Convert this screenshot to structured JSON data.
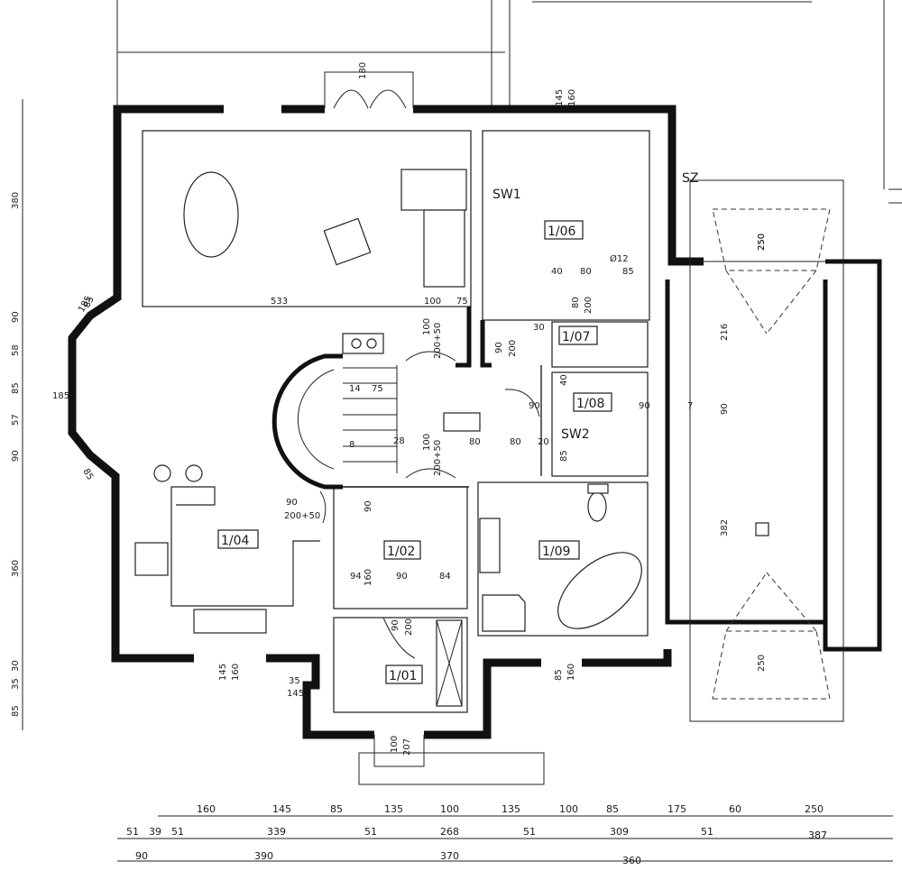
{
  "rooms": [
    {
      "id": "1/01"
    },
    {
      "id": "1/02"
    },
    {
      "id": "1/04"
    },
    {
      "id": "1/06"
    },
    {
      "id": "1/07"
    },
    {
      "id": "1/08"
    },
    {
      "id": "1/09"
    }
  ],
  "labels": {
    "sw1": "SW1",
    "sw2": "SW2",
    "sz": "SZ",
    "flue": "Ø12"
  },
  "dimensions": {
    "top": [
      "145",
      "160",
      "180",
      "250"
    ],
    "left": [
      "380",
      "90",
      "58",
      "85",
      "57",
      "90",
      "185",
      "85",
      "185",
      "85",
      "360",
      "30",
      "35",
      "85"
    ],
    "interior": [
      "533",
      "100",
      "75",
      "100",
      "200+50",
      "40",
      "80",
      "85",
      "80",
      "200",
      "30",
      "90",
      "200",
      "14",
      "75",
      "8",
      "28",
      "100",
      "200+50",
      "80",
      "80",
      "20",
      "90",
      "90",
      "40",
      "7",
      "85",
      "90",
      "200+50",
      "90",
      "94",
      "160",
      "90",
      "84",
      "90",
      "200",
      "145",
      "160",
      "35",
      "145",
      "85",
      "160",
      "100",
      "207",
      "216",
      "90",
      "382",
      "250",
      "250"
    ],
    "bottom_row1": [
      "160",
      "145",
      "85",
      "135",
      "100",
      "135",
      "100",
      "85",
      "175",
      "60",
      "250"
    ],
    "bottom_row2": [
      "51",
      "39",
      "51",
      "339",
      "51",
      "268",
      "51",
      "309",
      "51",
      "387"
    ],
    "bottom_row3": [
      "90",
      "390",
      "370",
      "360"
    ]
  }
}
